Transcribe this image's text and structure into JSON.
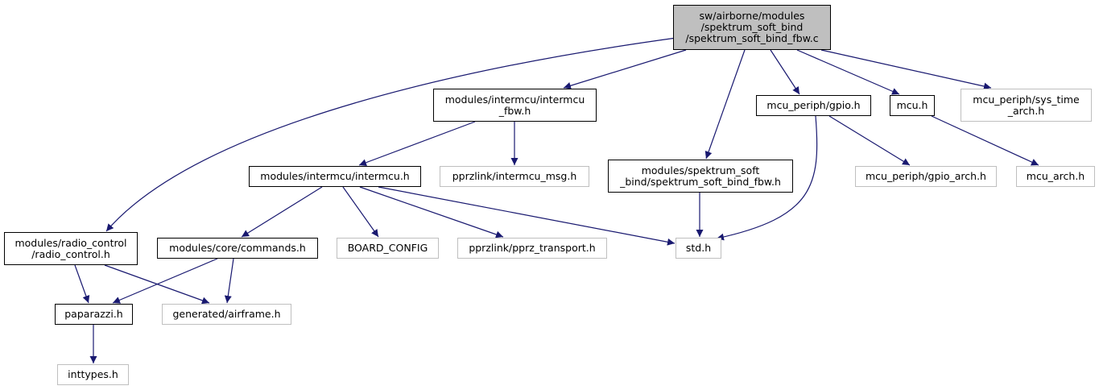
{
  "colors": {
    "edge": "#191970",
    "local_border": "#000000",
    "external_border": "#bfbfbf",
    "root_fill": "#bfbfbf"
  },
  "nodes": [
    {
      "id": "root",
      "kind": "root",
      "lines": [
        "sw/airborne/modules",
        "/spektrum_soft_bind",
        "/spektrum_soft_bind_fbw.c"
      ]
    },
    {
      "id": "intermcu_fbw",
      "kind": "local",
      "lines": [
        "modules/intermcu/intermcu",
        "_fbw.h"
      ]
    },
    {
      "id": "gpio",
      "kind": "local",
      "lines": [
        "mcu_periph/gpio.h"
      ]
    },
    {
      "id": "mcu",
      "kind": "local",
      "lines": [
        "mcu.h"
      ]
    },
    {
      "id": "sys_time_arch",
      "kind": "external",
      "lines": [
        "mcu_periph/sys_time",
        "_arch.h"
      ]
    },
    {
      "id": "intermcu",
      "kind": "local",
      "lines": [
        "modules/intermcu/intermcu.h"
      ]
    },
    {
      "id": "intermcu_msg",
      "kind": "external",
      "lines": [
        "pprzlink/intermcu_msg.h"
      ]
    },
    {
      "id": "spektrum_fbw_h",
      "kind": "local",
      "lines": [
        "modules/spektrum_soft",
        "_bind/spektrum_soft_bind_fbw.h"
      ]
    },
    {
      "id": "gpio_arch",
      "kind": "external",
      "lines": [
        "mcu_periph/gpio_arch.h"
      ]
    },
    {
      "id": "mcu_arch",
      "kind": "external",
      "lines": [
        "mcu_arch.h"
      ]
    },
    {
      "id": "radio_control",
      "kind": "local",
      "lines": [
        "modules/radio_control",
        "/radio_control.h"
      ]
    },
    {
      "id": "commands",
      "kind": "local",
      "lines": [
        "modules/core/commands.h"
      ]
    },
    {
      "id": "board_config",
      "kind": "external",
      "lines": [
        "BOARD_CONFIG"
      ]
    },
    {
      "id": "pprz_transport",
      "kind": "external",
      "lines": [
        "pprzlink/pprz_transport.h"
      ]
    },
    {
      "id": "std",
      "kind": "external",
      "lines": [
        "std.h"
      ]
    },
    {
      "id": "paparazzi",
      "kind": "local",
      "lines": [
        "paparazzi.h"
      ]
    },
    {
      "id": "airframe",
      "kind": "external",
      "lines": [
        "generated/airframe.h"
      ]
    },
    {
      "id": "inttypes",
      "kind": "external",
      "lines": [
        "inttypes.h"
      ]
    }
  ],
  "edges": [
    [
      "root",
      "intermcu_fbw"
    ],
    [
      "root",
      "gpio"
    ],
    [
      "root",
      "mcu"
    ],
    [
      "root",
      "sys_time_arch"
    ],
    [
      "root",
      "spektrum_fbw_h"
    ],
    [
      "root",
      "radio_control"
    ],
    [
      "intermcu_fbw",
      "intermcu"
    ],
    [
      "intermcu_fbw",
      "intermcu_msg"
    ],
    [
      "gpio",
      "gpio_arch"
    ],
    [
      "gpio",
      "std"
    ],
    [
      "mcu",
      "mcu_arch"
    ],
    [
      "intermcu",
      "commands"
    ],
    [
      "intermcu",
      "board_config"
    ],
    [
      "intermcu",
      "pprz_transport"
    ],
    [
      "intermcu",
      "std"
    ],
    [
      "spektrum_fbw_h",
      "std"
    ],
    [
      "radio_control",
      "paparazzi"
    ],
    [
      "radio_control",
      "airframe"
    ],
    [
      "commands",
      "paparazzi"
    ],
    [
      "commands",
      "airframe"
    ],
    [
      "paparazzi",
      "inttypes"
    ]
  ]
}
